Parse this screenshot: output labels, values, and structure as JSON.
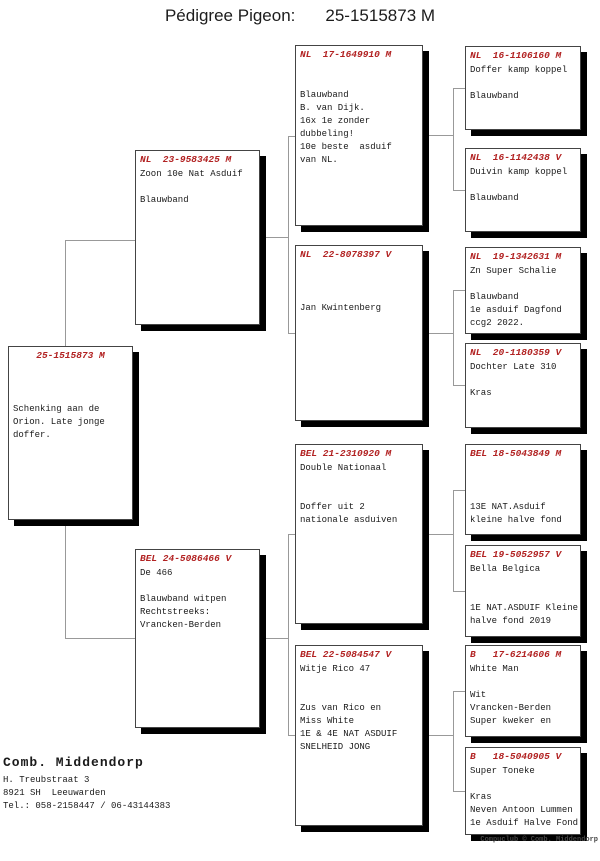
{
  "title": {
    "label": "Pédigree Pigeon:",
    "ring": "25-1515873 M"
  },
  "boxes": [
    {
      "id": "subject",
      "header": "25-1515873 M",
      "body": "\n\n\nSchenking aan de\nOrion. Late jonge\ndoffer."
    },
    {
      "id": "g2a",
      "header": "NL  23-9583425 M",
      "body": "Zoon 10e Nat Asduif\n\nBlauwband"
    },
    {
      "id": "g2b",
      "header": "BEL 24-5086466 V",
      "body": "De 466\n\nBlauwband witpen\nRechtstreeks:\nVrancken-Berden"
    },
    {
      "id": "g3a",
      "header": "NL  17-1649910 M",
      "body": "\n\nBlauwband\nB. van Dijk.\n16x 1e zonder\ndubbeling!\n10e beste  asduif\nvan NL."
    },
    {
      "id": "g3b",
      "header": "NL  22-8078397 V",
      "body": "\n\n\nJan Kwintenberg"
    },
    {
      "id": "g3c",
      "header": "BEL 21-2310920 M",
      "body": "Double Nationaal\n\n\nDoffer uit 2\nnationale asduiven"
    },
    {
      "id": "g3d",
      "header": "BEL 22-5084547 V",
      "body": "Witje Rico 47\n\n\nZus van Rico en\nMiss White\n1E & 4E NAT ASDUIF\nSNELHEID JONG"
    },
    {
      "id": "g4a",
      "header": "NL  16-1106160 M",
      "body": "Doffer kamp koppel\n\nBlauwband"
    },
    {
      "id": "g4b",
      "header": "NL  16-1142438 V",
      "body": "Duivin kamp koppel\n\nBlauwband"
    },
    {
      "id": "g4c",
      "header": "NL  19-1342631 M",
      "body": "Zn Super Schalie\n\nBlauwband\n1e asduif Dagfond\nccg2 2022."
    },
    {
      "id": "g4d",
      "header": "NL  20-1180359 V",
      "body": "Dochter Late 310\n\nKras"
    },
    {
      "id": "g4e",
      "header": "BEL 18-5043849 M",
      "body": "\n\n\n13E NAT.Asduif\nkleine halve fond"
    },
    {
      "id": "g4f",
      "header": "BEL 19-5052957 V",
      "body": "Bella Belgica\n\n\n1E NAT.ASDUIF Kleine\nhalve fond 2019"
    },
    {
      "id": "g4g",
      "header": "B   17-6214606 M",
      "body": "White Man\n\nWit\nVrancken-Berden\nSuper kweker en"
    },
    {
      "id": "g4h",
      "header": "B   18-5040905 V",
      "body": "Super Toneke\n\nKras\nNeven Antoon Lummen\n1e Asduif Halve Fond"
    }
  ],
  "footer": {
    "name": "Comb. Middendorp",
    "address1": "H. Treubstraat 3",
    "address2": "8921 SH  Leeuwarden",
    "phone": "Tel.: 058-2158447 / 06-43144383"
  },
  "credit": "Compuclub © Comb. Middendorp",
  "colors": {
    "header_red": "#b22222",
    "connector_line": "#999999",
    "box_shadow": "#000000"
  }
}
